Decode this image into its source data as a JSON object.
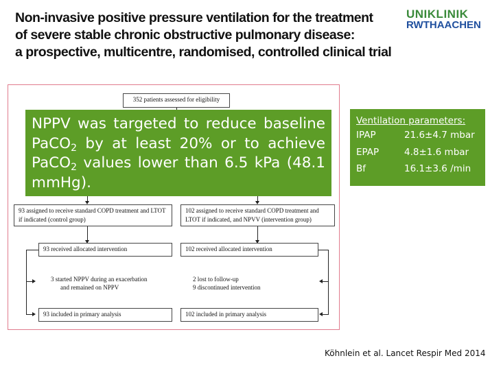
{
  "slide": {
    "title_lines": [
      "Non-invasive positive pressure ventilation for the treatment",
      "of severe stable chronic obstructive pulmonary disease:",
      "a prospective, multicentre, randomised, controlled clinical trial"
    ],
    "citation": "Köhnlein et al. Lancet Respir Med 2014"
  },
  "logo": {
    "line1": "UNIKLINIK",
    "line2": "RWTHAACHEN"
  },
  "flowchart": {
    "assessed": "352 patients assessed for eligibility",
    "control": {
      "assigned": "93 assigned to receive standard COPD treatment and LTOT if indicated (control group)",
      "received": "93 received allocated intervention",
      "note_line1": "3 started NPPV during an exacerbation",
      "note_line2": "and remained on NPPV",
      "analysed": "93 included in primary analysis"
    },
    "intervention": {
      "assigned": "102 assigned to receive standard COPD treatment and LTOT if indicated, and NPVV (intervention group)",
      "received": "102 received allocated intervention",
      "note_line1": "2 lost to follow-up",
      "note_line2": "9 discontinued intervention",
      "analysed": "102 included in primary analysis"
    }
  },
  "overlay": {
    "part1": "NPPV was targeted to reduce baseline PaCO",
    "sub1": "2",
    "part2": " by at least 20% or to achieve PaCO",
    "sub2": "2",
    "part3": " values lower than 6.5 kPa (48.1 mmHg)."
  },
  "params": {
    "title": "Ventilation parameters:",
    "rows": [
      {
        "name": "IPAP",
        "value": "21.6±4.7 mbar"
      },
      {
        "name": "EPAP",
        "value": "4.8±1.6 mbar"
      },
      {
        "name": "Bf",
        "value": "16.1±3.6 /min"
      }
    ]
  },
  "colors": {
    "green_box": "#5d9d27",
    "frame_border": "#e07a8c",
    "logo_green": "#3a8a3a",
    "logo_blue": "#1f4f9e"
  }
}
